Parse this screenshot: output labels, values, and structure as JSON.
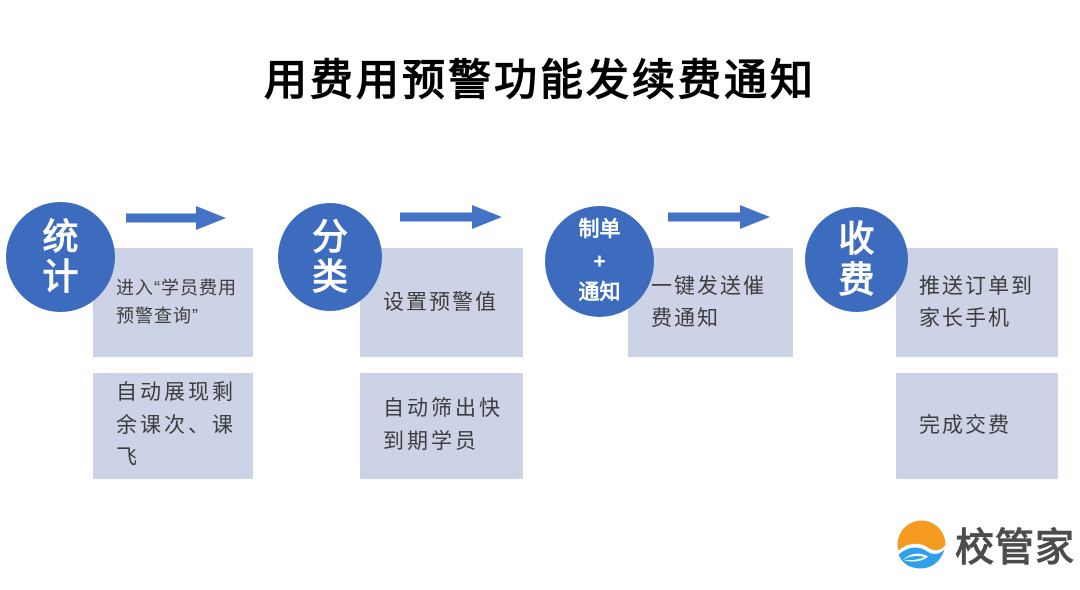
{
  "title": "用费用预警功能发续费通知",
  "steps": [
    {
      "name": "统计",
      "circle_lines": [
        "统",
        "计"
      ],
      "boxes": [
        "进入“学员费用预警查询”",
        "自动展现剩余课次、课飞"
      ]
    },
    {
      "name": "分类",
      "circle_lines": [
        "分",
        "类"
      ],
      "boxes": [
        "设置预警值",
        "自动筛出快到期学员"
      ]
    },
    {
      "name": "制单+通知",
      "circle_lines": [
        "制单",
        "+",
        "通知"
      ],
      "boxes": [
        "一键发送催费通知"
      ]
    },
    {
      "name": "收费",
      "circle_lines": [
        "收",
        "费"
      ],
      "boxes": [
        "推送订单到家长手机",
        "完成交费"
      ]
    }
  ],
  "colors": {
    "circle_fill": "#3d6cbe",
    "arrow_fill": "#4472c4",
    "box_bg": "#cdd3e6",
    "box_text": "#3d3d3d",
    "title_text": "#000000",
    "logo_orange": "#f59b22",
    "logo_blue": "#2fa0e9",
    "logo_text": "#4c4c4c"
  },
  "logo": {
    "text": "校管家"
  }
}
